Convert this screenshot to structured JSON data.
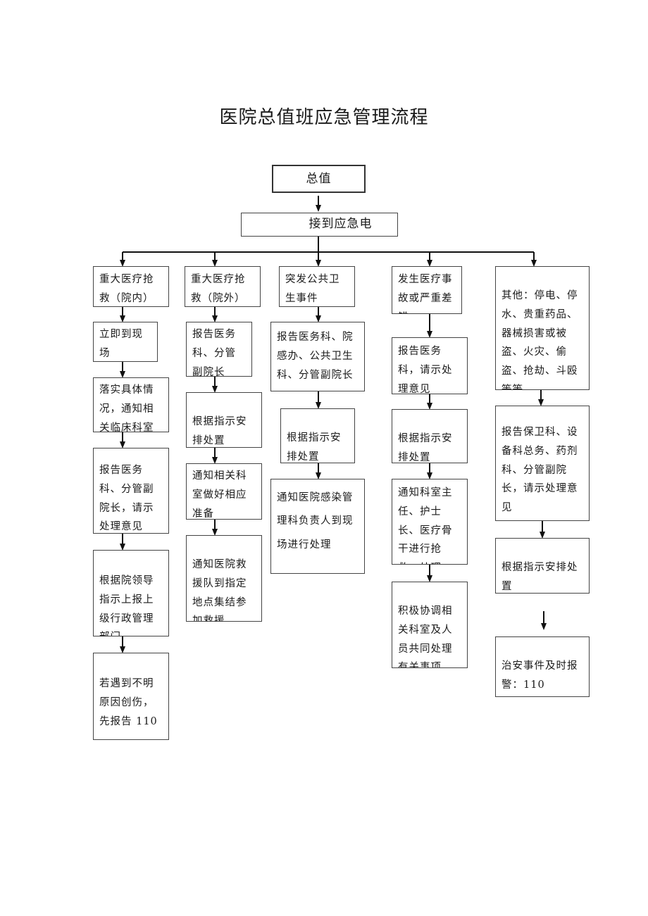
{
  "title": "医院总值班应急管理流程",
  "root": "总值",
  "call": "接到应急电",
  "columns": [
    {
      "header": "重大医疗抢救（院内）",
      "steps": [
        "立即到现场",
        "落实具体情况，通知相关临床科室",
        "报告医务科、分管副院长，请示处理意见",
        "根据院领导指示上报上级行政管理部门",
        "若遇到不明原因创伤，先报告 110"
      ]
    },
    {
      "header": "重大医疗抢救（院外）",
      "steps": [
        "报告医务科、分管副院长",
        "根据指示安排处置",
        "通知相关科室做好相应准备",
        "通知医院救援队到指定地点集结参加救援"
      ]
    },
    {
      "header": "突发公共卫生事件",
      "steps": [
        "报告医务科、院感办、公共卫生科、分管副院长",
        "根据指示安排处置",
        "通知医院感染管理科负责人到现场进行处理"
      ]
    },
    {
      "header": "发生医疗事故或严重差错",
      "steps": [
        "报告医务科，请示处理意见",
        "根据指示安排处置",
        "通知科室主任、护士长、医疗骨干进行抢救、处理",
        "积极协调相关科室及人员共同处理有关事项"
      ]
    },
    {
      "header": "其他：停电、停水、贵重药品、器械损害或被盗、火灾、偷盗、抢劫、斗殴等等",
      "steps": [
        "报告保卫科、设备科总务、药剂科、分管副院长，请示处理意见",
        "根据指示安排处置",
        "治安事件及时报警：110"
      ]
    }
  ]
}
